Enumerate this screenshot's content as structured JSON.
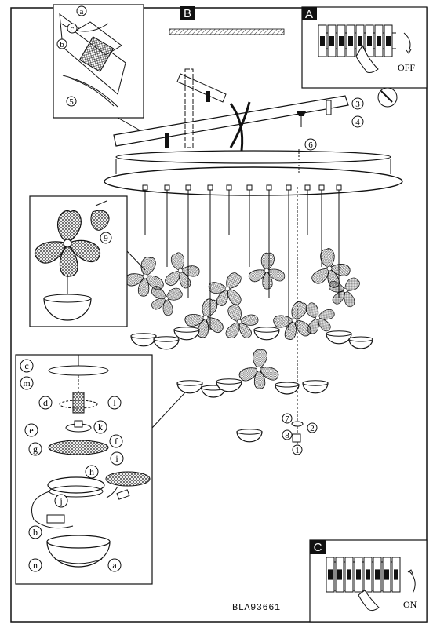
{
  "sections": {
    "b": {
      "tag": "B"
    },
    "a": {
      "tag": "A",
      "switch_label": "OFF"
    },
    "c": {
      "tag": "C",
      "switch_label": "ON"
    }
  },
  "step_labels": {
    "a_detail": "a",
    "c_detail": "c",
    "b_detail": "b",
    "step5": "5",
    "step3": "3",
    "step4": "4",
    "step6": "6",
    "step7": "7",
    "step8": "8",
    "step2": "2",
    "step1": "1",
    "step9": "9"
  },
  "assembly_labels": {
    "c": "c",
    "m": "m",
    "d": "d",
    "l": "l",
    "e": "e",
    "k": "k",
    "f": "f",
    "g": "g",
    "i": "i",
    "h": "h",
    "j": "j",
    "b": "b",
    "n": "n",
    "a": "a"
  },
  "model_number": "BLA93661",
  "colors": {
    "line": "#111111",
    "hatch": "#333333",
    "fill": "#ffffff"
  }
}
